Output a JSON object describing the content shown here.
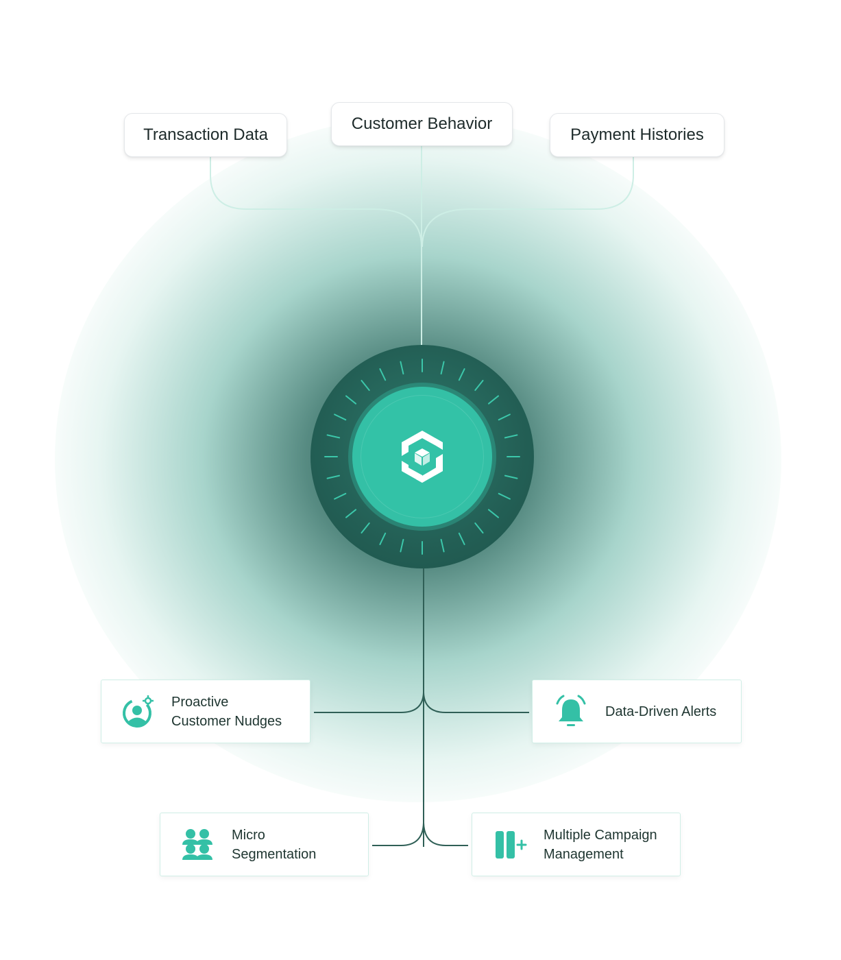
{
  "inputs": {
    "transaction": "Transaction Data",
    "behavior": "Customer Behavior",
    "payments": "Payment Histories"
  },
  "outputs": {
    "nudges": {
      "line1": "Proactive",
      "line2": "Customer Nudges"
    },
    "alerts": {
      "line1": "Data-Driven Alerts"
    },
    "segmentation": {
      "line1": "Micro",
      "line2": "Segmentation"
    },
    "campaign": {
      "line1": "Multiple Campaign",
      "line2": "Management"
    }
  },
  "icons": {
    "hub": "hexagon-cube-logo-icon",
    "nudges": "user-gear-icon",
    "alerts": "bell-icon",
    "segmentation": "user-group-icon",
    "campaign": "bars-plus-icon"
  },
  "colors": {
    "accent": "#34c0a6",
    "hub_dark": "#235f55",
    "connector_light": "#cdeee5",
    "connector_dark": "#2f5f56"
  }
}
